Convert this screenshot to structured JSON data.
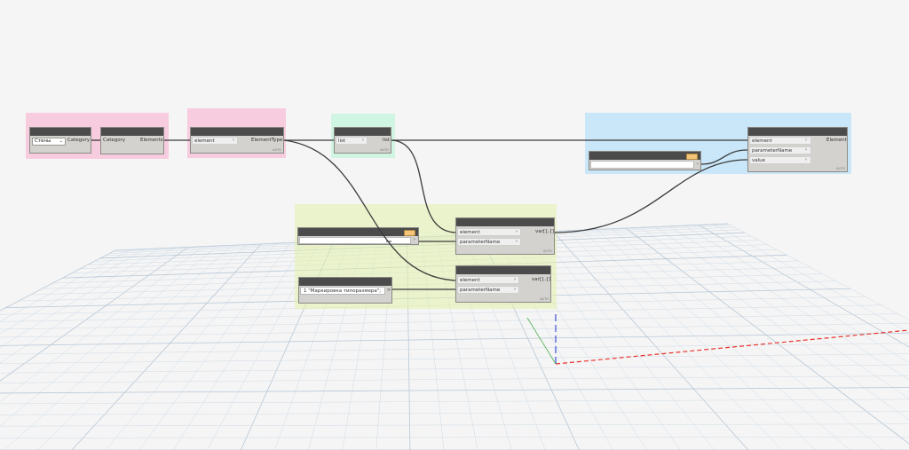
{
  "colors": {
    "background": "#f5f5f5",
    "group_pink": "#f7bdd7",
    "group_green": "#c8f5de",
    "group_blue": "#bee4fa",
    "group_yellow": "#e2f0aa",
    "node_header": "#4b4b4b",
    "node_body": "#d4d2ce",
    "wire": "#3a3a3a",
    "axis_x": "#e8342c",
    "axis_y": "#3d4fd6",
    "axis_z": "#4fb04f"
  },
  "nodes": {
    "categories": {
      "selected": "Стены",
      "output": "Category"
    },
    "all_elements": {
      "input": "Category",
      "output": "Elements"
    },
    "element_type": {
      "input": "element",
      "output": "ElementType"
    },
    "unique_items": {
      "input": "list",
      "output": "list"
    },
    "get_param_top": {
      "input1": "element",
      "input2": "parameterName",
      "output": "var[]..[]"
    },
    "get_param_bottom": {
      "input1": "element",
      "input2": "parameterName",
      "output": "var[]..[]"
    },
    "string_block": {
      "code": "1 \"Маркировка типоразмера\";",
      "output": ">"
    },
    "set_param": {
      "input1": "element",
      "input2": "parameterName",
      "input3": "value",
      "output": "Element"
    },
    "auto_label": "AUTO"
  }
}
